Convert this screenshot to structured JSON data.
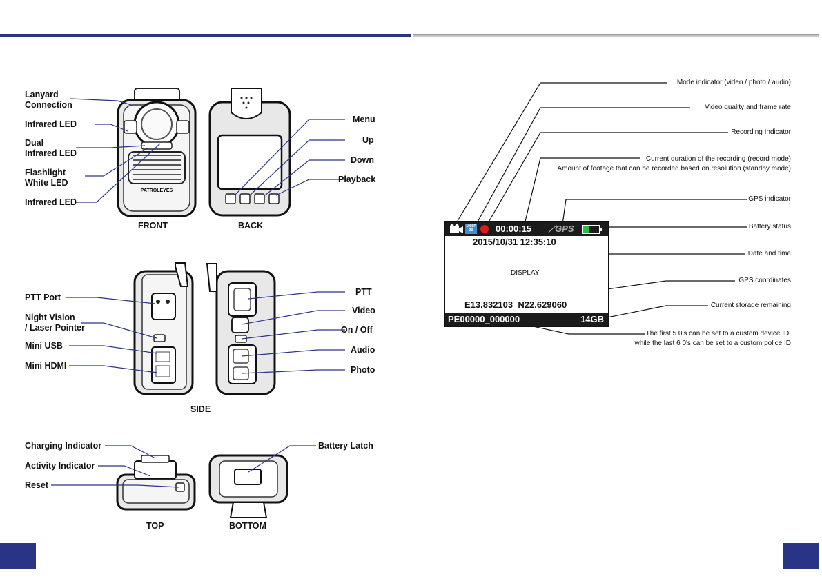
{
  "left_page": {
    "front_labels": [
      "Lanyard\nConnection",
      "Infrared LED",
      "Dual\nInfrared LED",
      "Flashlight\nWhite LED",
      "Infrared LED"
    ],
    "back_labels": [
      "Menu",
      "Up",
      "Down",
      "Playback"
    ],
    "side_left_labels": [
      "PTT Port",
      "Night Vision\n/ Laser Pointer",
      "Mini USB",
      "Mini HDMI"
    ],
    "side_right_labels": [
      "PTT",
      "Video",
      "On / Off",
      "Audio",
      "Photo"
    ],
    "top_labels": [
      "Charging Indicator",
      "Activity Indicator",
      "Reset"
    ],
    "bottom_labels": [
      "Battery Latch"
    ],
    "captions": {
      "front": "FRONT",
      "back": "BACK",
      "side": "SIDE",
      "top": "TOP",
      "bottom": "BOTTOM"
    },
    "device_brand": "PATROLEYES"
  },
  "right_page": {
    "annotations": [
      "Mode indicator (video / photo / audio)",
      "Video quality and frame rate",
      "Recording Indicator",
      "Current duration of the recording (record mode)\nAmount of footage that can be recorded based on resolution (standby mode)",
      "GPS indicator",
      "Battery status",
      "Date and time",
      "GPS coordinates",
      "Current storage remaining",
      "The first 5 0's can be set to a custom device ID,\nwhile the last 6 0's can be set to a custom police ID"
    ],
    "display": {
      "timer": "00:00:15",
      "gps": "GPS",
      "quality_badge": "1080P\n30",
      "datetime": "2015/10/31 12:35:10",
      "label": "DISPLAY",
      "coords": "E13.832103  N22.629060",
      "device_id": "PE00000_000000",
      "storage": "14GB"
    }
  },
  "colors": {
    "accent": "#2a3486",
    "record": "#e01818",
    "battery": "#27c23c",
    "quality_badge": "#3a8fd6"
  }
}
